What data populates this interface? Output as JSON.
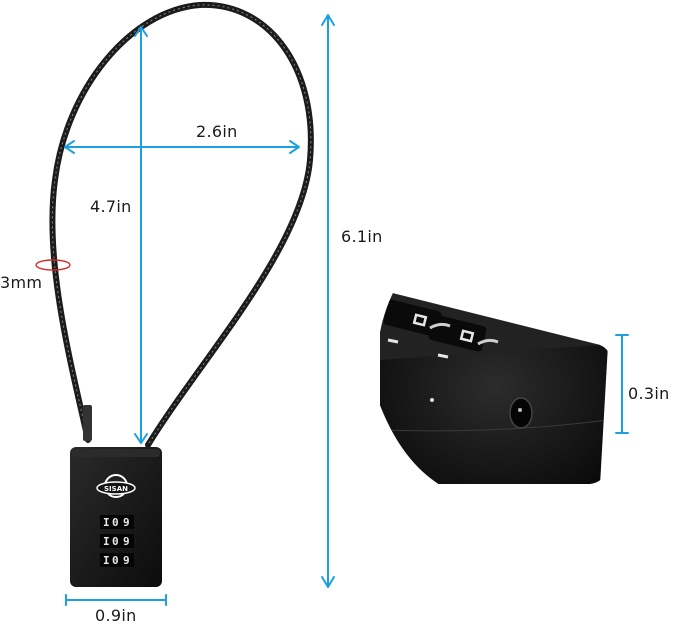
{
  "figure": {
    "subject": "cable combination lock dimensions",
    "accent_color": "#1ba1e2",
    "cable_color": "#1c1c1c",
    "lock_color": "#141414",
    "marker_color": "#d42a2a"
  },
  "dimensions": {
    "cable_width": "2.6in",
    "cable_inner_height": "4.7in",
    "total_height": "6.1in",
    "cable_diameter": "3mm",
    "lock_width": "0.9in",
    "lock_thickness": "0.3in"
  },
  "lock": {
    "brand_logo_text": "SISAN",
    "dials": [
      {
        "digits": "1 0 9"
      },
      {
        "digits": "1 0 9"
      },
      {
        "digits": "1 0 9"
      }
    ]
  }
}
